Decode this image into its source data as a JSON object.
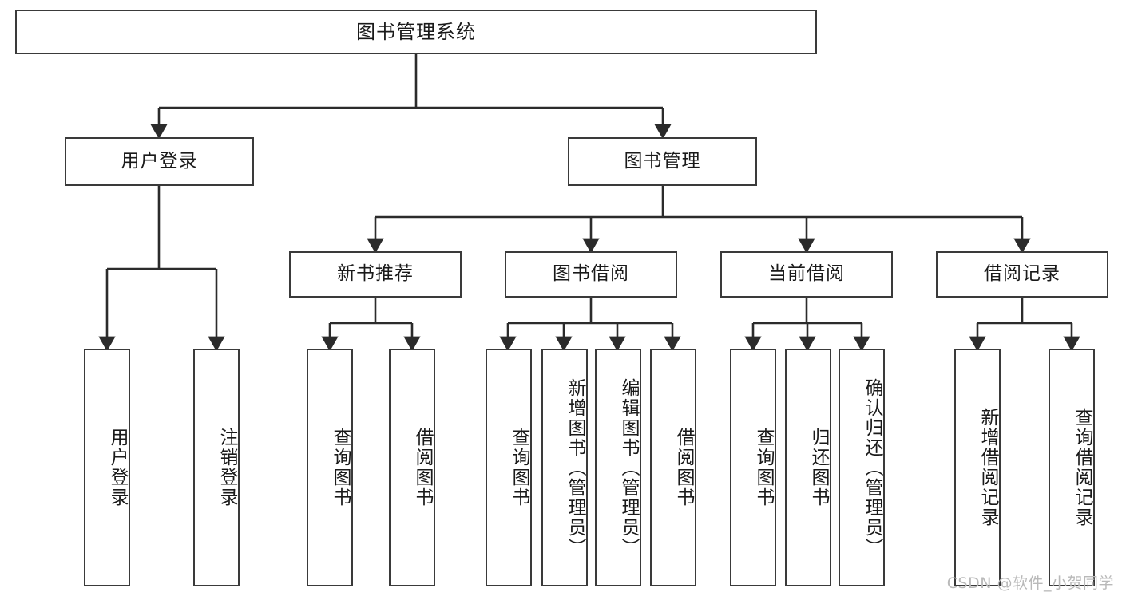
{
  "diagram": {
    "title": "图书管理系统",
    "type": "tree-hierarchy",
    "colors": {
      "box_border": "#3a3a3a",
      "box_fill": "#ffffff",
      "edge": "#2b2b2b",
      "text": "#1a1a1a",
      "watermark": "#b9b9b9",
      "background": "#ffffff"
    },
    "root": {
      "label": "图书管理系统",
      "orientation": "horizontal"
    },
    "level1": [
      {
        "label": "用户登录",
        "orientation": "horizontal"
      },
      {
        "label": "图书管理",
        "orientation": "horizontal"
      }
    ],
    "level2": [
      {
        "label": "新书推荐",
        "orientation": "horizontal"
      },
      {
        "label": "图书借阅",
        "orientation": "horizontal"
      },
      {
        "label": "当前借阅",
        "orientation": "horizontal"
      },
      {
        "label": "借阅记录",
        "orientation": "horizontal"
      }
    ],
    "leaves": {
      "user_login": [
        {
          "label": "用户登录",
          "orientation": "vertical"
        },
        {
          "label": "注销登录",
          "orientation": "vertical"
        }
      ],
      "new_book_recommend": [
        {
          "label": "查询图书",
          "orientation": "vertical"
        },
        {
          "label": "借阅图书",
          "orientation": "vertical"
        }
      ],
      "book_borrow": [
        {
          "label": "查询图书",
          "orientation": "vertical"
        },
        {
          "label": "新增图书（管理员）",
          "orientation": "vertical"
        },
        {
          "label": "编辑图书（管理员）",
          "orientation": "vertical"
        },
        {
          "label": "借阅图书",
          "orientation": "vertical"
        }
      ],
      "current_borrow": [
        {
          "label": "查询图书",
          "orientation": "vertical"
        },
        {
          "label": "归还图书",
          "orientation": "vertical"
        },
        {
          "label": "确认归还（管理员）",
          "orientation": "vertical"
        }
      ],
      "borrow_record": [
        {
          "label": "新增借阅记录",
          "orientation": "vertical"
        },
        {
          "label": "查询借阅记录",
          "orientation": "vertical"
        }
      ]
    }
  },
  "watermark": {
    "text": "CSDN @软件_小贺同学"
  }
}
